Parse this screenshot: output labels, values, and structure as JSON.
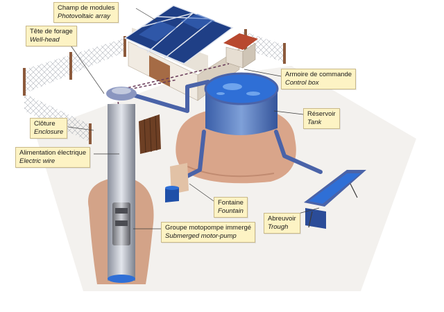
{
  "labels": {
    "pv_array": {
      "fr": "Champ de modules",
      "en": "Photovoltaic array"
    },
    "well_head": {
      "fr": "Tête de forage",
      "en": "Well-head"
    },
    "control_box": {
      "fr": "Armoire de commande",
      "en": "Control box"
    },
    "enclosure": {
      "fr": "Clôture",
      "en": "Enclosure"
    },
    "tank": {
      "fr": "Réservoir",
      "en": "Tank"
    },
    "electric_wire": {
      "fr": "Alimentation électrique",
      "en": "Electric wire"
    },
    "fountain": {
      "fr": "Fontaine",
      "en": "Fountain"
    },
    "trough": {
      "fr": "Abreuvoir",
      "en": "Trough"
    },
    "motor_pump": {
      "fr": "Groupe motopompe immergé",
      "en": "Submerged motor-pump"
    }
  },
  "colors": {
    "label_bg": "#fdf3c4",
    "pipe": "#4a63a8",
    "water": "#2f6fd6",
    "mound": "#d9a58a",
    "wire": "#6a3c5a",
    "solar": "#2a4f9c"
  }
}
